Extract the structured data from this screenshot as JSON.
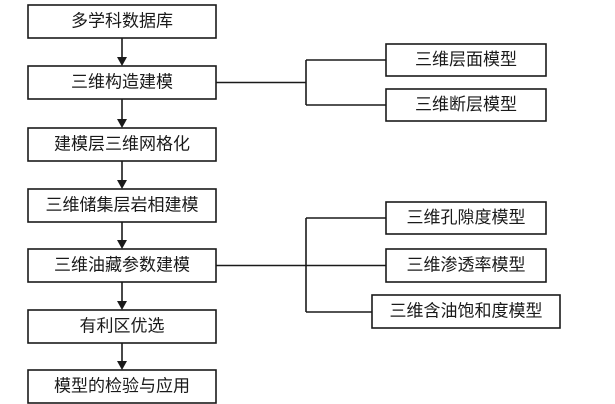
{
  "main_flow": [
    {
      "id": "multidisciplinary-database",
      "label": "多学科数据库"
    },
    {
      "id": "structural-modeling",
      "label": "三维构造建模"
    },
    {
      "id": "grid-generation",
      "label": "建模层三维网格化"
    },
    {
      "id": "facies-modeling",
      "label": "三维储集层岩相建模"
    },
    {
      "id": "property-modeling",
      "label": "三维油藏参数建模"
    },
    {
      "id": "model-selection",
      "label": "有利区优选"
    },
    {
      "id": "model-validation",
      "label": "模型的检验与应用"
    }
  ],
  "structural_branch": [
    {
      "id": "horizon-model",
      "label": "三维层面模型"
    },
    {
      "id": "fault-model",
      "label": "三维断层模型"
    }
  ],
  "property_branch": [
    {
      "id": "porosity-model",
      "label": "三维孔隙度模型"
    },
    {
      "id": "permeability-model",
      "label": "三维渗透率模型"
    },
    {
      "id": "saturation-model",
      "label": "三维含油饱和度模型"
    }
  ]
}
